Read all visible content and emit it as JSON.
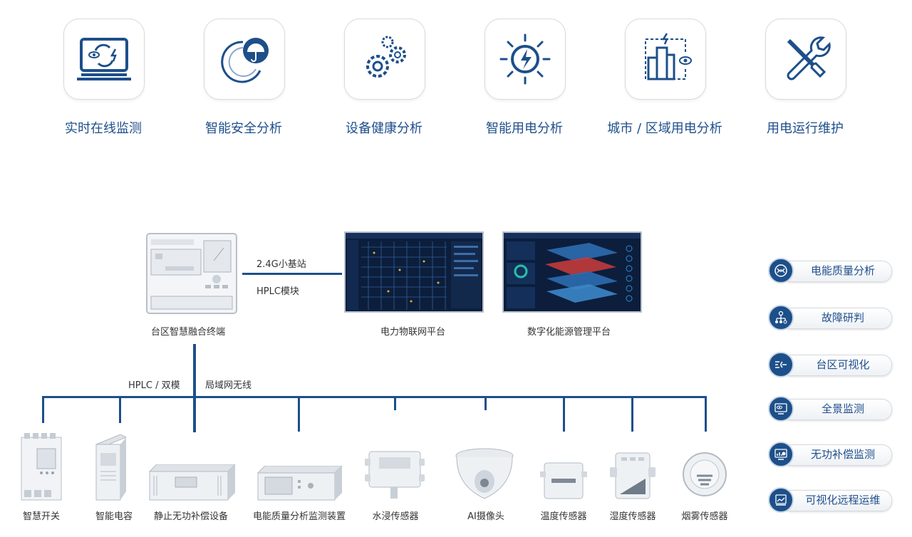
{
  "features": [
    {
      "label": "实时在线监测",
      "icon": "monitor-refresh-icon"
    },
    {
      "label": "智能安全分析",
      "icon": "umbrella-shield-icon"
    },
    {
      "label": "设备健康分析",
      "icon": "gears-icon"
    },
    {
      "label": "智能用电分析",
      "icon": "lightning-sun-icon"
    },
    {
      "label": "城市 / 区域用电分析",
      "icon": "city-eye-icon"
    },
    {
      "label": "用电运行维护",
      "icon": "tools-icon"
    }
  ],
  "topology": {
    "terminal_label": "台区智慧融合终端",
    "link_top_label": "2.4G小基站",
    "link_bottom_label": "HPLC模块",
    "platform1_label": "电力物联网平台",
    "platform2_label": "数字化能源管理平台",
    "bus_left_label": "HPLC / 双模",
    "bus_right_label": "局域网无线"
  },
  "devices": [
    {
      "label": "智慧开关",
      "icon": "smart-switch-icon"
    },
    {
      "label": "智能电容",
      "icon": "smart-capacitor-icon"
    },
    {
      "label": "静止无功补偿设备",
      "icon": "svg-compensator-icon"
    },
    {
      "label": "电能质量分析监测装置",
      "icon": "power-quality-device-icon"
    },
    {
      "label": "水浸传感器",
      "icon": "water-sensor-icon"
    },
    {
      "label": "AI摄像头",
      "icon": "ai-camera-icon"
    },
    {
      "label": "温度传感器",
      "icon": "temperature-sensor-icon"
    },
    {
      "label": "湿度传感器",
      "icon": "humidity-sensor-icon"
    },
    {
      "label": "烟雾传感器",
      "icon": "smoke-sensor-icon"
    }
  ],
  "side_menu": [
    {
      "label": "电能质量分析",
      "icon": "quality-analysis-icon"
    },
    {
      "label": "故障研判",
      "icon": "fault-tree-icon"
    },
    {
      "label": "台区可视化",
      "icon": "visualization-icon"
    },
    {
      "label": "全景监测",
      "icon": "panorama-monitor-icon"
    },
    {
      "label": "无功补偿监测",
      "icon": "compensation-monitor-icon"
    },
    {
      "label": "可视化远程运维",
      "icon": "remote-maintenance-icon"
    }
  ],
  "colors": {
    "primary": "#1d4f8a",
    "text": "#333333",
    "screen_bg": "#0c1e3c"
  }
}
